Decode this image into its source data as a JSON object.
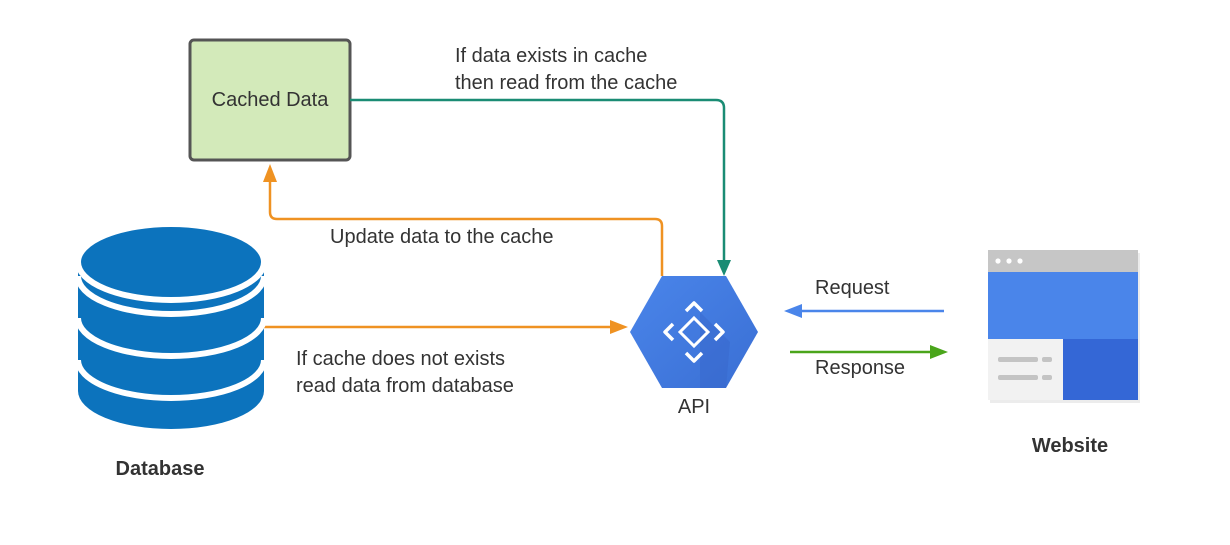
{
  "nodes": {
    "cache": {
      "label": "Cached Data",
      "fill": "#d3eaba",
      "stroke": "#555555"
    },
    "database": {
      "label": "Database",
      "color": "#0c73bd"
    },
    "api": {
      "label": "API",
      "color": "#4a85ea"
    },
    "website": {
      "label": "Website"
    }
  },
  "edges": {
    "cache_to_api": {
      "label_line1": "If data exists in cache",
      "label_line2": "then read from the cache",
      "color": "#1a8c74"
    },
    "api_to_cache": {
      "label": "Update data to the cache",
      "color": "#ef9222"
    },
    "db_to_api": {
      "label_line1": "If cache does not exists",
      "label_line2": "read data from database",
      "color": "#ef9222"
    },
    "request": {
      "label": "Request",
      "color": "#4a85ea"
    },
    "response": {
      "label": "Response",
      "color": "#4aa51b"
    }
  }
}
